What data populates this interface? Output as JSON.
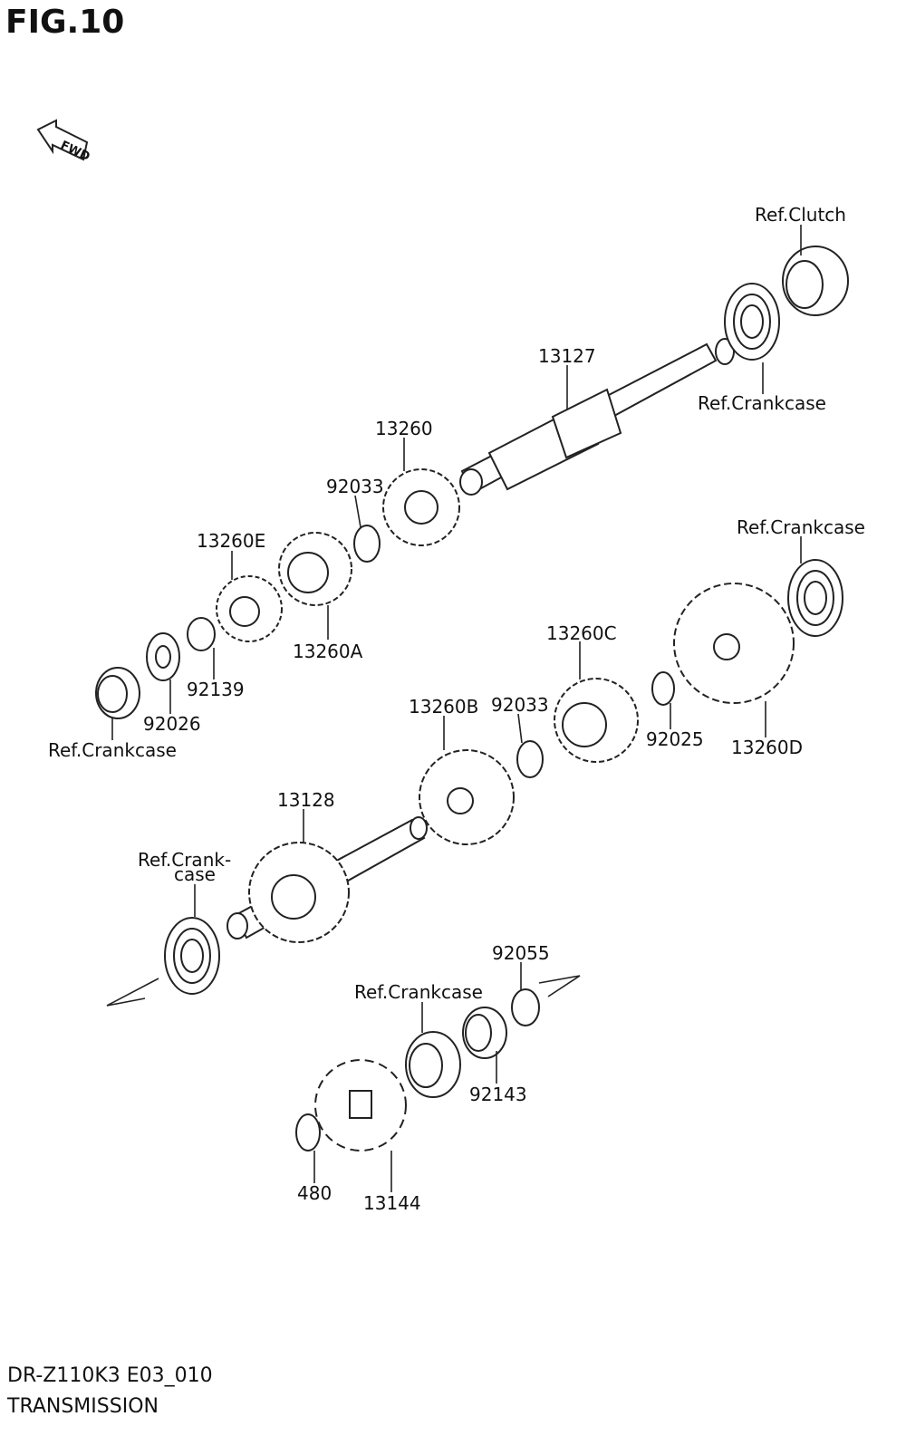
{
  "figure_title": "FIG.10",
  "fwd_label": "FWD",
  "footer": {
    "code": "DR-Z110K3 E03_010",
    "name": "TRANSMISSION"
  },
  "labels": {
    "ref_clutch": "Ref.Clutch",
    "ref_crankcase_1": "Ref.Crankcase",
    "p13127": "13127",
    "p13260": "13260",
    "p92033_a": "92033",
    "p13260E": "13260E",
    "p13260A": "13260A",
    "p92139": "92139",
    "p92026": "92026",
    "ref_crankcase_2": "Ref.Crankcase",
    "ref_crankcase_3": "Ref.Crankcase",
    "p13260C": "13260C",
    "p13260B": "13260B",
    "p92033_b": "92033",
    "p92025": "92025",
    "p13260D": "13260D",
    "p13128": "13128",
    "ref_crank_case_a": "Ref.Crank-",
    "ref_crank_case_b": "case",
    "p92055": "92055",
    "ref_crankcase_4": "Ref.Crankcase",
    "p92143": "92143",
    "p480": "480",
    "p13144": "13144"
  }
}
